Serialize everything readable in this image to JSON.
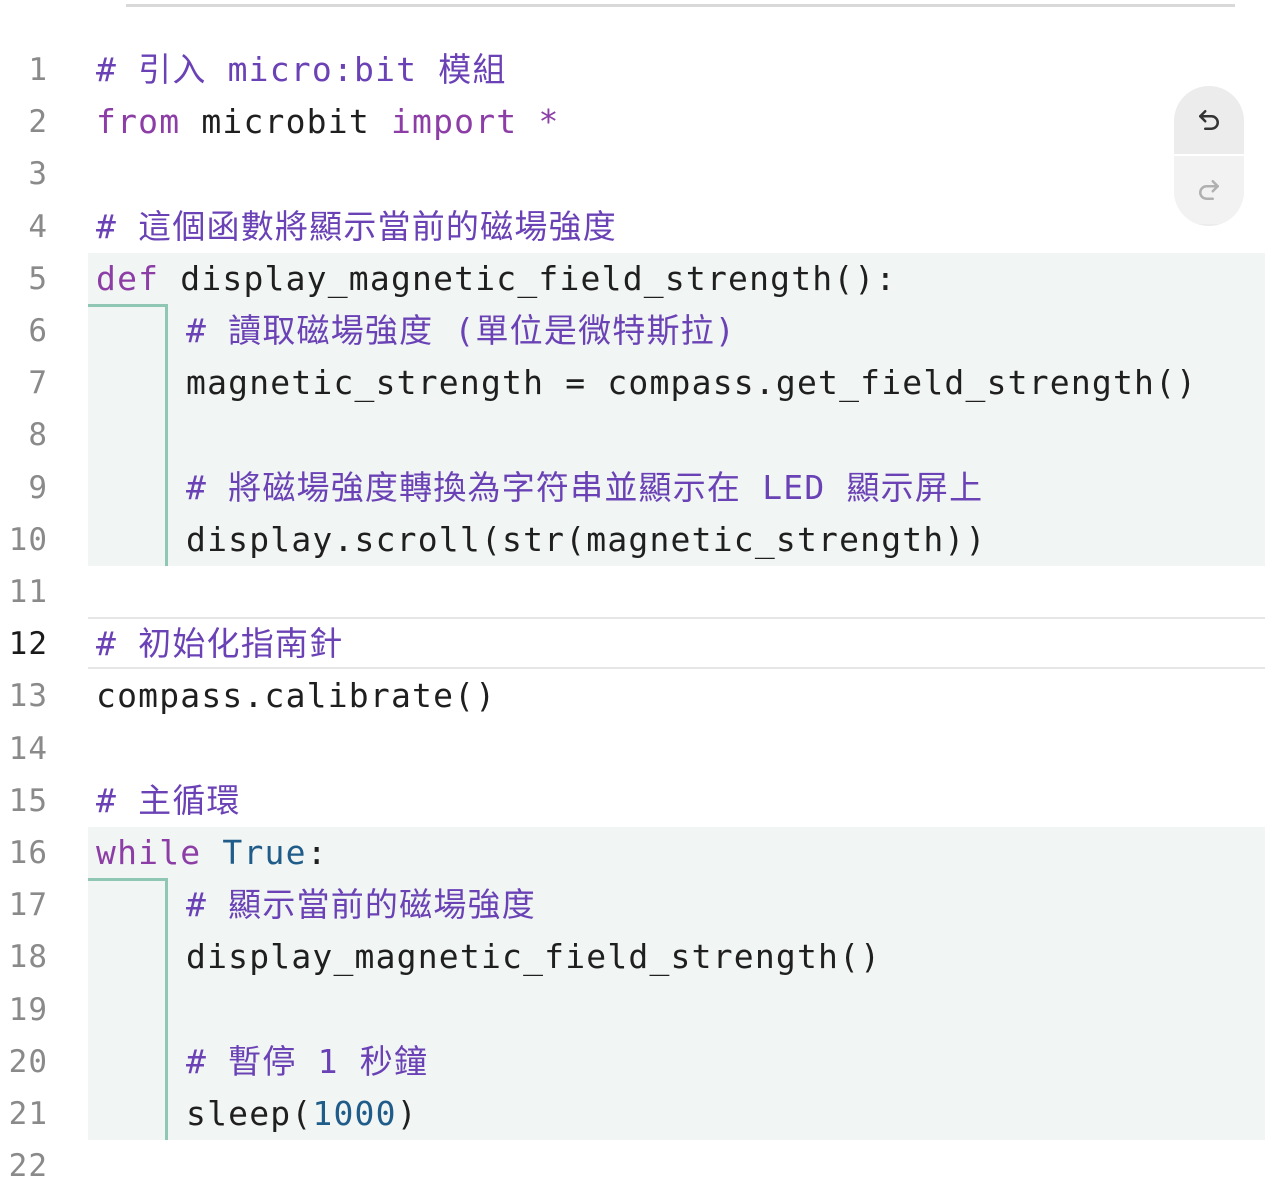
{
  "editor": {
    "active_line": 12,
    "lines": [
      {
        "n": "1",
        "indent": 0,
        "tokens": [
          {
            "t": "# 引入 micro:bit 模組",
            "c": "comment"
          }
        ]
      },
      {
        "n": "2",
        "indent": 0,
        "tokens": [
          {
            "t": "from",
            "c": "kw"
          },
          {
            "t": " microbit ",
            "c": "plain"
          },
          {
            "t": "import",
            "c": "kw"
          },
          {
            "t": " *",
            "c": "kw"
          }
        ]
      },
      {
        "n": "3",
        "indent": 0,
        "tokens": []
      },
      {
        "n": "4",
        "indent": 0,
        "tokens": [
          {
            "t": "# 這個函數將顯示當前的磁場強度",
            "c": "comment"
          }
        ]
      },
      {
        "n": "5",
        "indent": 0,
        "tokens": [
          {
            "t": "def",
            "c": "kw"
          },
          {
            "t": " display_magnetic_field_strength():",
            "c": "plain"
          }
        ]
      },
      {
        "n": "6",
        "indent": 1,
        "tokens": [
          {
            "t": "# 讀取磁場強度 (單位是微特斯拉)",
            "c": "comment"
          }
        ]
      },
      {
        "n": "7",
        "indent": 1,
        "tokens": [
          {
            "t": "magnetic_strength = compass.get_field_strength()",
            "c": "plain"
          }
        ]
      },
      {
        "n": "8",
        "indent": 1,
        "tokens": []
      },
      {
        "n": "9",
        "indent": 1,
        "tokens": [
          {
            "t": "# 將磁場強度轉換為字符串並顯示在 LED 顯示屏上",
            "c": "comment"
          }
        ]
      },
      {
        "n": "10",
        "indent": 1,
        "tokens": [
          {
            "t": "display.scroll(str(magnetic_strength))",
            "c": "plain"
          }
        ]
      },
      {
        "n": "11",
        "indent": 0,
        "tokens": []
      },
      {
        "n": "12",
        "indent": 0,
        "tokens": [
          {
            "t": "# 初始化指南針",
            "c": "comment"
          }
        ]
      },
      {
        "n": "13",
        "indent": 0,
        "tokens": [
          {
            "t": "compass.calibrate()",
            "c": "plain"
          }
        ]
      },
      {
        "n": "14",
        "indent": 0,
        "tokens": []
      },
      {
        "n": "15",
        "indent": 0,
        "tokens": [
          {
            "t": "# 主循環",
            "c": "comment"
          }
        ]
      },
      {
        "n": "16",
        "indent": 0,
        "tokens": [
          {
            "t": "while",
            "c": "kw"
          },
          {
            "t": " ",
            "c": "plain"
          },
          {
            "t": "True",
            "c": "bool"
          },
          {
            "t": ":",
            "c": "plain"
          }
        ]
      },
      {
        "n": "17",
        "indent": 1,
        "tokens": [
          {
            "t": "# 顯示當前的磁場強度",
            "c": "comment"
          }
        ]
      },
      {
        "n": "18",
        "indent": 1,
        "tokens": [
          {
            "t": "display_magnetic_field_strength()",
            "c": "plain"
          }
        ]
      },
      {
        "n": "19",
        "indent": 1,
        "tokens": []
      },
      {
        "n": "20",
        "indent": 1,
        "tokens": [
          {
            "t": "# 暫停 1 秒鐘",
            "c": "comment"
          }
        ]
      },
      {
        "n": "21",
        "indent": 1,
        "tokens": [
          {
            "t": "sleep(",
            "c": "plain"
          },
          {
            "t": "1000",
            "c": "num"
          },
          {
            "t": ")",
            "c": "plain"
          }
        ]
      },
      {
        "n": "22",
        "indent": 0,
        "tokens": []
      }
    ]
  },
  "toolbar": {
    "undo_icon": "undo-icon",
    "redo_icon": "redo-icon"
  },
  "colors": {
    "comment": "#6a42b6",
    "keyword": "#8c3ea6",
    "builtin": "#1f5c8a",
    "block_background": "#f1f5f3",
    "block_border": "#8fc7b4"
  }
}
